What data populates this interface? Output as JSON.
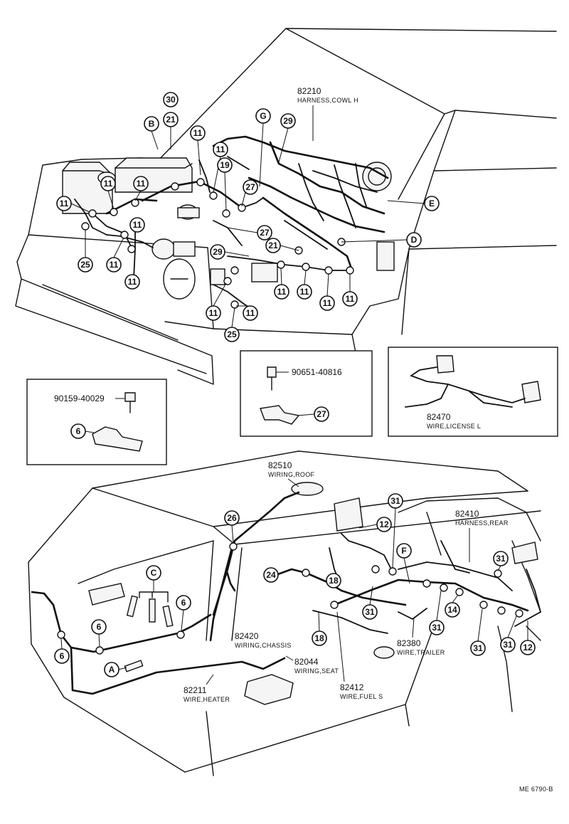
{
  "parts": {
    "harness_cowl": {
      "number": "82210",
      "name": "HARNESS,COWL  H"
    },
    "clip_screw": {
      "number": "90651-40816"
    },
    "wire_license": {
      "number": "82470",
      "name": "WIRE,LICENSE L"
    },
    "screw": {
      "number": "90159-40029"
    },
    "wiring_roof": {
      "number": "82510",
      "name": "WIRING,ROOF"
    },
    "harness_rear": {
      "number": "82410",
      "name": "HARNESS,REAR"
    },
    "wiring_chassis": {
      "number": "82420",
      "name": "WIRING,CHASSIS"
    },
    "wiring_seat": {
      "number": "82044",
      "name": "WIRING,SEAT"
    },
    "wire_heater": {
      "number": "82211",
      "name": "WIRE,HEATER"
    },
    "wire_fuel": {
      "number": "82412",
      "name": "WIRE,FUEL  S"
    },
    "wire_trailer": {
      "number": "82380",
      "name": "WIRE,TRAILER"
    }
  },
  "callouts": {
    "c30": "30",
    "c21": "21",
    "cB": "B",
    "cG": "G",
    "c29": "29",
    "c19": "19",
    "c27": "27",
    "c11": "11",
    "c25": "25",
    "c12": "12",
    "cE": "E",
    "cD": "D",
    "c6": "6",
    "c26": "26",
    "c24": "24",
    "c18": "18",
    "c31": "31",
    "cC": "C",
    "cA": "A",
    "cF": "F",
    "c14": "14"
  },
  "footer": {
    "drawing_code": "ME 6790-B"
  },
  "colors": {
    "line": "#111111",
    "background": "#ffffff"
  }
}
